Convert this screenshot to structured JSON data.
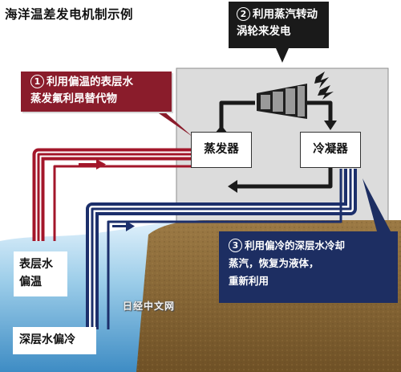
{
  "title": "海洋温差发电机制示例",
  "callout1": {
    "number": "1",
    "text": "利用偏温的表层水\n蒸发氟利昂替代物"
  },
  "callout2": {
    "number": "2",
    "text": "利用蒸汽转动\n涡轮来发电"
  },
  "callout3": {
    "number": "3",
    "text": "利用偏冷的深层水冷却\n蒸汽，恢复为液体，\n重新利用"
  },
  "evaporator": "蒸发器",
  "condenser": "冷凝器",
  "surface_water": "表层水\n偏温",
  "deep_water": "深层水偏冷",
  "watermark": "日经中文网",
  "colors": {
    "warm_pipe": "#a3162a",
    "cold_pipe": "#1c2f6b",
    "plant_box": "#dcdcdc",
    "seabed": "#8a6a3b",
    "sea": "#bfe0f5",
    "callout_dark": "#1a1a1a"
  },
  "icons": {
    "turbine": "turbine-icon",
    "power": "lightning-icon"
  }
}
